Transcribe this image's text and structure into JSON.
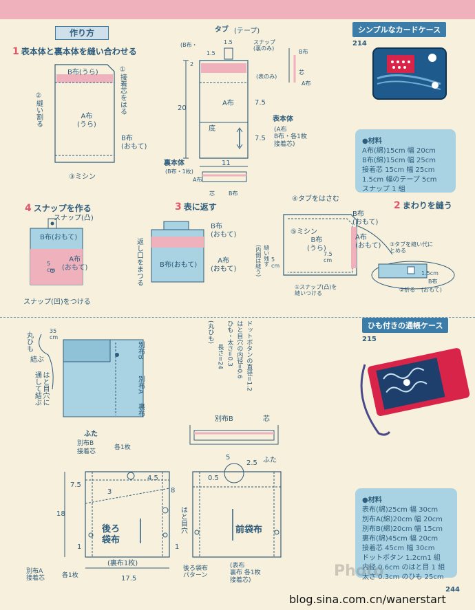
{
  "header": {
    "how_to": "作り方",
    "tag_214": "シンプルなカードケース",
    "num_214": "214",
    "tag_215": "ひも付きの通帳ケース",
    "num_215": "215"
  },
  "steps": {
    "s1_num": "1",
    "s1": "表本体と裏本体を縫い合わせる",
    "s2_num": "2",
    "s2": "まわりを縫う",
    "s3_num": "3",
    "s3": "表に返す",
    "s4_num": "4",
    "s4": "スナップを作る"
  },
  "labels1": {
    "b_ura": "B布(うら)",
    "interface": "①接着芯をはる",
    "sew": "②縫い割る",
    "a_ura": "A布\n(うら)",
    "b_omote": "B布\n(おもて)",
    "sew3": "③ミシン"
  },
  "labels_main": {
    "tab": "タブ",
    "tape": "(テープ)",
    "b_count": "(B布・",
    "snap_back": "スナップ\n(裏のみ)",
    "d15a": "1.5",
    "d15b": "1.5",
    "d2": "2",
    "surface_only": "(表のみ)",
    "b_cloth": "B布",
    "core": "芯",
    "a_cloth": "A布",
    "a_center": "A布",
    "d20": "20",
    "d75a": "7.5",
    "d75b": "7.5",
    "bottom": "底",
    "front_body": "表本体",
    "front_body_items": "(A布\nB布・各1枚\n接着芯)",
    "back_body": "裏本体",
    "back_body_sub": "(B布・1枚)",
    "d11": "11",
    "a_small": "A布",
    "core2": "芯",
    "b_small": "B布"
  },
  "labels2": {
    "tab_sandwich": "④タブをはさむ",
    "b_omote": "B布\n(おもて)",
    "a_omote": "A布\n(おもて)",
    "sew5": "⑤ミシン",
    "b_ura": "B布\n(うら)",
    "inside_sew": "(内側は縫う)",
    "leave": "縫い残す",
    "d5": "5\ncm",
    "d75": "7.5\ncm",
    "tab_sew": "③タブを縫い代に\nとめる",
    "d15": "1.5cm",
    "b_small": "B布",
    "fold": "②折る",
    "omote": "(おもて)",
    "snap_sew": "①スナップ(凸)を\n縫いつける"
  },
  "labels3": {
    "b_omote": "B布\n(おもて)",
    "return_mouth": "返し口をまつる",
    "b_omote2": "B布(おもて)",
    "a_omote": "A布\n(おもて)"
  },
  "labels4": {
    "snap_convex": "スナップ(凸)",
    "b_omote": "B布(おもて)",
    "a_omote": "A布\n(おもて)",
    "d5": "5\ncm",
    "snap_concave": "スナップ(凹)をつける"
  },
  "materials_214": {
    "head": "●材料",
    "rows": [
      "A布(綿)15cm 幅 20cm",
      "B布(綿)15cm 幅 25cm",
      "接着芯 15cm 幅 25cm",
      "1.5cm 幅のテープ 5cm",
      "スナップ 1 組"
    ]
  },
  "materials_215": {
    "head": "●材料",
    "rows": [
      "表布(綿)25cm 幅 30cm",
      "別布A(綿)20cm 幅 20cm",
      "別布B(綿)20cm 幅 15cm",
      "裏布(綿)45cm 幅 20cm",
      "接着芯 45cm 幅 30cm",
      "ドットボタン 1.2cm1 組",
      "内径 0.6cm のはと目 1 組",
      "太さ 0.3cm のひも 25cm"
    ]
  },
  "labels215": {
    "cord": "丸ひも",
    "d35": "35\ncm",
    "knot": "結ぶ",
    "through": "はと目穴に\n通して結ぶ",
    "side_b": "別布B",
    "side_a": "別布A",
    "lining": "裏布",
    "note1": "ドットボタンの直径=1.2",
    "note2": "はと目穴の内径=0.6",
    "note3": "ひも・太さ=0.3",
    "note4": "長さ=24",
    "note5": "(丸ひも)",
    "lid": "ふた",
    "lid_b": "別布B",
    "lid_b2": "接着芯",
    "each1": "各1枚",
    "d75": "7.5",
    "d3": "3",
    "d45": "4.5",
    "d8": "8",
    "d18": "18",
    "d1a": "1",
    "d1b": "1",
    "d175": "17.5",
    "back_pocket": "後ろ\n袋布",
    "lining1": "(裏布1枚)",
    "side_a2": "別布A\n接着芯",
    "each2": "各1枚",
    "top_b": "別布B",
    "top_core": "芯",
    "d5": "5",
    "d25": "2.5",
    "d05": "0.5",
    "lid2": "ふた",
    "eyelet": "はと目穴",
    "front_pocket": "前袋布",
    "back_pattern": "後ろ袋布\nパターン",
    "front_items": "(表布\n裏布 各1枚\n接着芯)"
  },
  "footer": {
    "page": "244",
    "site": "blog.sina.com.cn/wanerstart",
    "watermark": "Photo"
  }
}
